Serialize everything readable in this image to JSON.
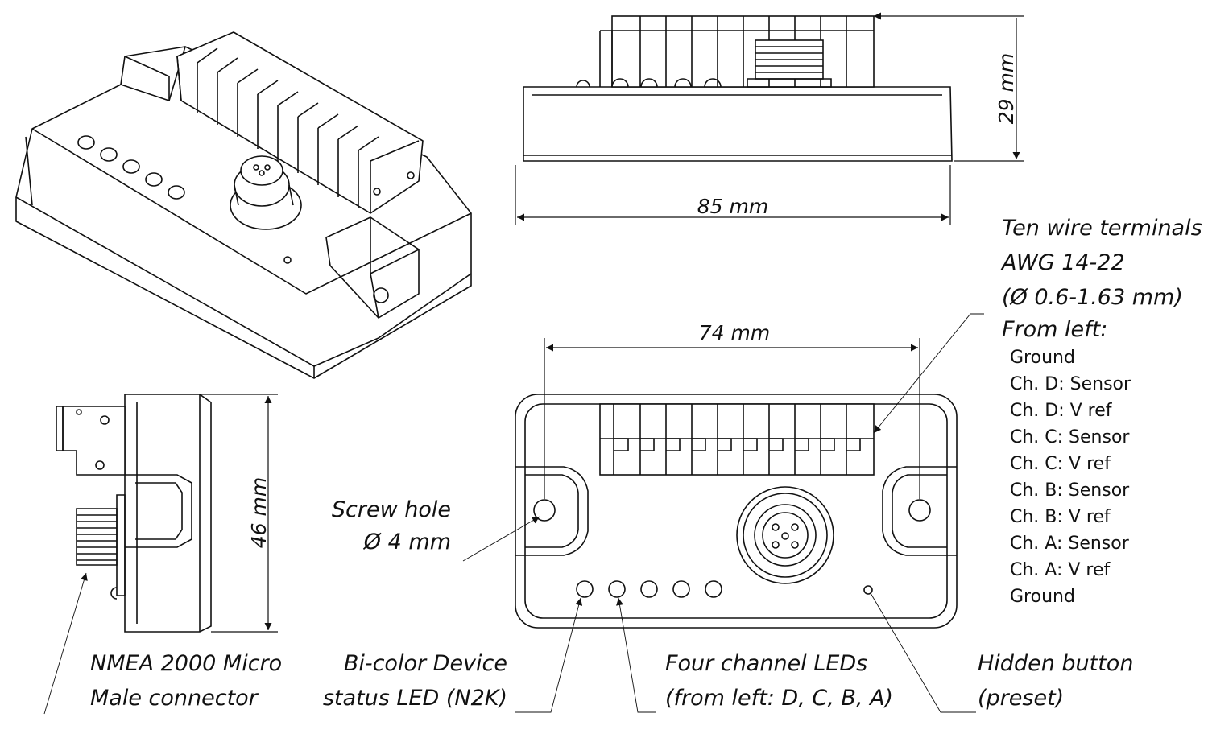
{
  "dimensions": {
    "height": "29 mm",
    "width": "85 mm",
    "depth": "46 mm",
    "hole_spacing": "74 mm"
  },
  "callouts": {
    "terminals": {
      "line1": "Ten wire terminals",
      "line2": "AWG 14-22",
      "line3": "(Ø 0.6-1.63 mm)",
      "line4": "From left:"
    },
    "screw_hole": {
      "line1": "Screw hole",
      "line2": "Ø 4 mm"
    },
    "connector": {
      "line1": "NMEA 2000 Micro",
      "line2": "Male connector"
    },
    "status_led": {
      "line1": "Bi-color Device",
      "line2": "status LED  (N2K)"
    },
    "channel_leds": {
      "line1": "Four channel LEDs",
      "line2": "(from left: D, C, B, A)"
    },
    "button": {
      "line1": "Hidden button",
      "line2": "(preset)"
    }
  },
  "terminal_list": [
    "Ground",
    "Ch. D: Sensor",
    "Ch. D: V ref",
    "Ch. C: Sensor",
    "Ch. C: V ref",
    "Ch. B: Sensor",
    "Ch. B: V ref",
    "Ch. A: Sensor",
    "Ch. A: V ref",
    "Ground"
  ]
}
